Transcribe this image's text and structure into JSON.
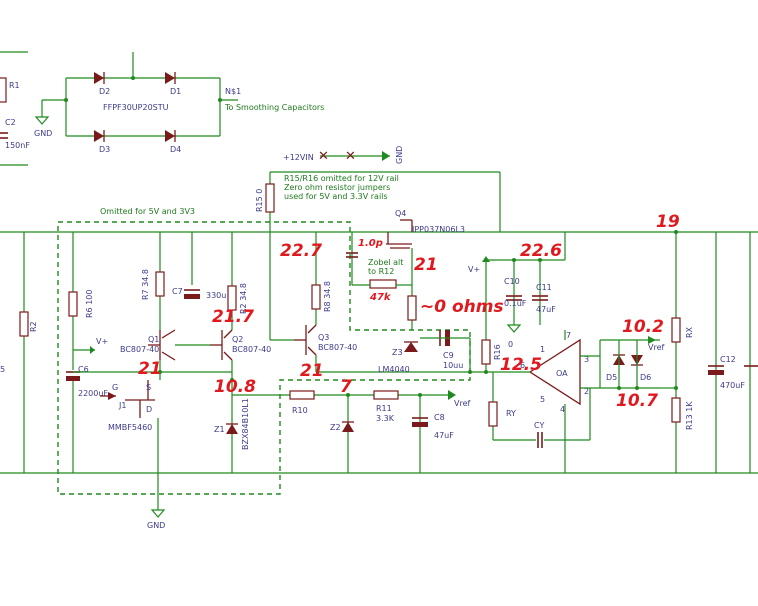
{
  "labels": {
    "r1": "R1",
    "c2": "C2",
    "c2_val": "150nF",
    "gnd": "GND",
    "d2": "D2",
    "d1": "D1",
    "d3": "D3",
    "d4": "D4",
    "bridge_part": "FFPF30UP20STU",
    "ns1": "N$1",
    "to_smoothing": "To Smoothing Capacitors",
    "plus12vin": "+12VIN",
    "r15": "R15 0",
    "note1": "R15/R16 omitted for 12V rail",
    "note2": "Zero ohm resistor jumpers",
    "note3": "used for 5V and 3.3V rails",
    "omitted": "Omitted for 5V and 3V3",
    "q4": "Q4",
    "q4_part": "IPP037N06L3",
    "c10_zobel": "Zobel alt",
    "to_r12": "to R12",
    "c7": "C7",
    "c7_val": "330u",
    "r6": "R6  100",
    "r7": "R7 34.8",
    "r2b": "R2 34.8",
    "r8": "R8 34.8",
    "q1": "Q1",
    "q1_part": "BC807-40",
    "q2": "Q2",
    "q2_part": "BC807-40",
    "q3": "Q3",
    "q3_part": "BC807-40",
    "vplus": "V+",
    "vplus2": "V+",
    "c6": "C6",
    "c6_val": "2200uF",
    "j1": "J1",
    "j1_part": "MMBF5460",
    "g": "G",
    "s": "S",
    "d": "D",
    "z1": "Z1",
    "z1_part": "BZX84B10L1",
    "z2": "Z2",
    "z3": "Z3",
    "z3_part": "LM4040",
    "c9": "C9",
    "c9_val": "10uu",
    "r10": "R10",
    "r11": "R11",
    "r11_val": "3.3K",
    "c8": "C8",
    "c8_val": "47uF",
    "vref": "Vref",
    "vref2": "Vref",
    "r16": "R16",
    "r16_val": "0",
    "c10": "C10",
    "c10_val": "0.1uF",
    "c11": "C11",
    "c11_val": "47uF",
    "ry": "RY",
    "cy": "CY",
    "rx": "RX",
    "r13": "R13  1K",
    "c12": "C12",
    "c12_val": "470uF",
    "r2": "R2",
    "d5": "D5",
    "d6": "D6",
    "label5": "5",
    "oa": "OA",
    "opamp_pin1": "1",
    "opamp_pin2": "2",
    "opamp_pin3": "3",
    "opamp_pin4": "4",
    "opamp_pin5": "5",
    "opamp_pin6": "6",
    "opamp_pin7": "7"
  },
  "annotations": {
    "a1": "22.7",
    "a2": "21.7",
    "a3": "21",
    "a4": "21",
    "a5": "10.8",
    "a6": "7",
    "a7": "21",
    "a8": "~0 ohms",
    "a9": "47k",
    "a10": "1.0p",
    "a11": "22.6",
    "a12": "19",
    "a13": "10.2",
    "a14": "12.5",
    "a15": "10.7"
  }
}
